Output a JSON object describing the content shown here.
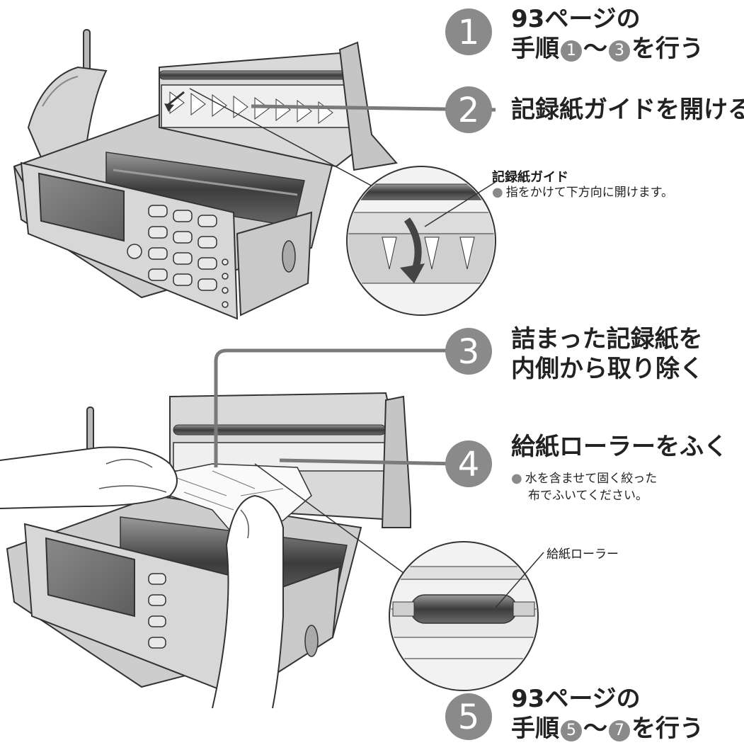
{
  "steps": [
    {
      "number": "1",
      "line1": "93ページの",
      "line2_prefix": "手順",
      "ref_from": "1",
      "tilde": "～",
      "ref_to": "3",
      "line2_suffix": "を行う"
    },
    {
      "number": "2",
      "text": "記録紙ガイドを開ける"
    },
    {
      "number": "3",
      "line1": "詰まった記録紙を",
      "line2": "内側から取り除く"
    },
    {
      "number": "4",
      "text": "給紙ローラーをふく"
    },
    {
      "number": "5",
      "line1": "93ページの",
      "line2_prefix": "手順",
      "ref_from": "5",
      "tilde": "～",
      "ref_to": "7",
      "line2_suffix": "を行う"
    }
  ],
  "callouts": {
    "paper_guide": {
      "title": "記録紙ガイド",
      "note": "指をかけて下方向に開けます。"
    },
    "roller": {
      "note_line1": "水を含ませて固く絞った",
      "note_line2": "布でふいてください。",
      "label": "給紙ローラー"
    }
  },
  "colors": {
    "step_circle": "#8a8a8a",
    "device_body": "#c8c8c8",
    "device_dark": "#5a5a5a"
  }
}
